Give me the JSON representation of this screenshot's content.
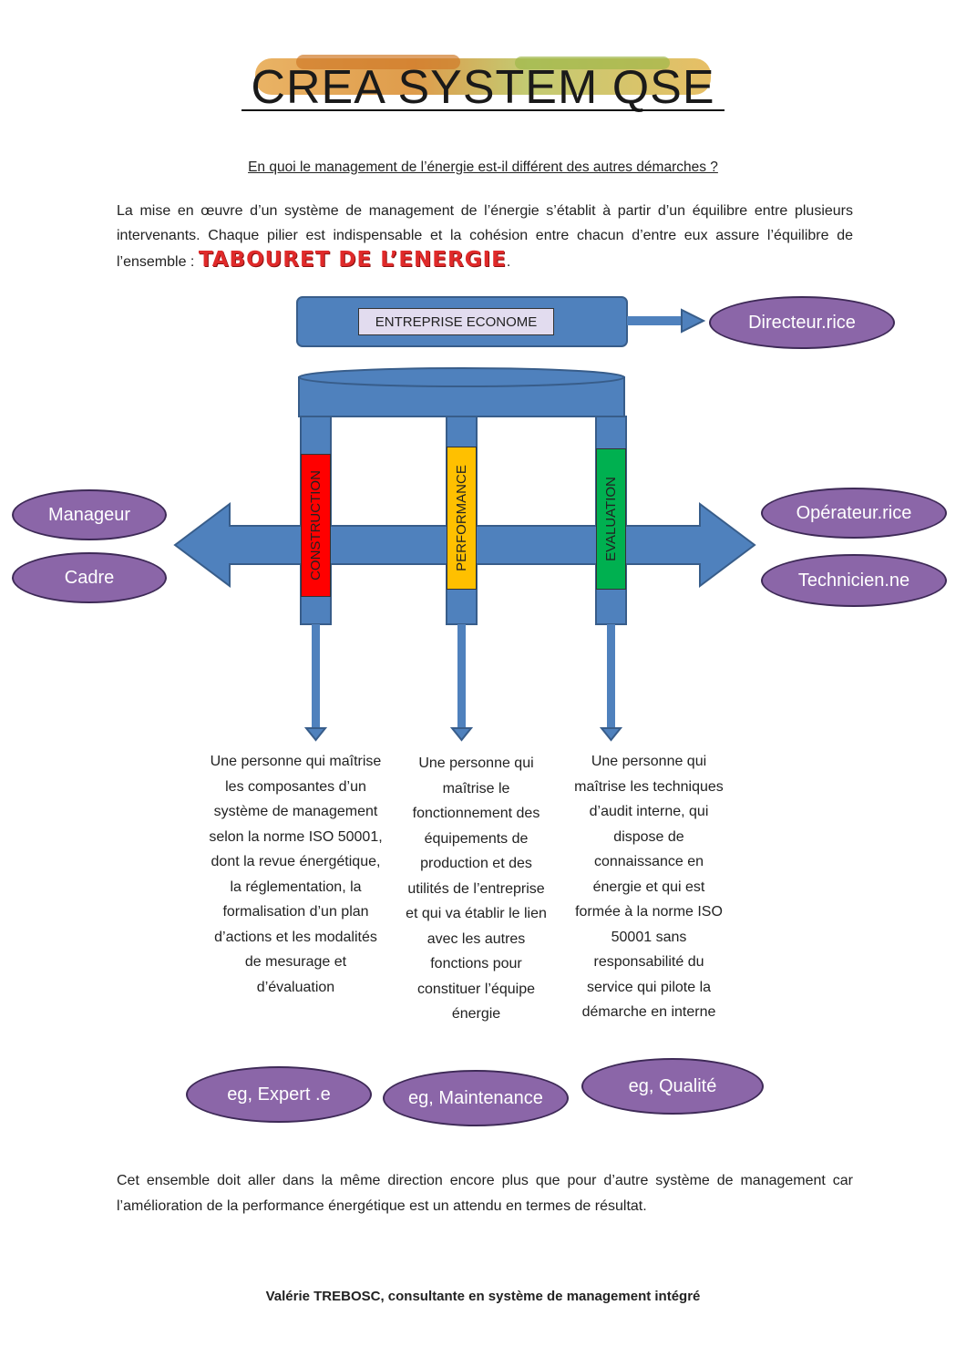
{
  "logo": {
    "text": "CREA SYSTEM QSE"
  },
  "question": "En quoi le management de l’énergie est-il différent des autres démarches ?",
  "intro": {
    "text": "La mise en œuvre d’un système de management de l’énergie s’établit à partir d’un équilibre entre plusieurs intervenants. Chaque pilier est indispensable et la cohésion entre chacun d’entre eux assure l’équilibre de l’ensemble : ",
    "highlight": "TABOURET DE L’ENERGIE",
    "end": "."
  },
  "diagram": {
    "top_label": "ENTREPRISE ECONOME",
    "top_role": "Directeur.rice",
    "left_roles": [
      "Manageur",
      "Cadre"
    ],
    "right_roles": [
      "Opérateur.rice",
      "Technicien.ne"
    ],
    "pillars": [
      {
        "label": "CONSTRUCTION",
        "color": "#ff0000",
        "description": "Une personne qui maîtrise les composantes d’un système de management selon la norme ISO 50001, dont la revue énergétique, la réglementation, la formalisation d’un plan d’actions et les modalités de mesurage et d’évaluation",
        "example": "eg, Expert .e"
      },
      {
        "label": "PERFORMANCE",
        "color": "#ffc000",
        "description": "Une personne qui maîtrise le fonctionnement des équipements de production et des utilités de l’entreprise et qui va établir le lien avec les autres fonctions pour constituer l’équipe énergie",
        "example": "eg, Maintenance"
      },
      {
        "label": "EVALUATION",
        "color": "#00b050",
        "description": "Une personne qui maîtrise les techniques d’audit interne, qui dispose de connaissance en énergie et qui est formée à la norme ISO 50001 sans responsabilité du service qui pilote la démarche en interne",
        "example": "eg, Qualité"
      }
    ]
  },
  "closing": "Cet ensemble doit aller dans la même direction encore plus que pour d’autre système de management car l’amélioration de la performance énergétique est un attendu en termes de résultat.",
  "author": "Valérie TREBOSC, consultante en système de management intégré",
  "colors": {
    "shape_blue": "#4f81bd",
    "shape_border": "#385d8a",
    "ellipse_purple": "#8b66a8",
    "highlight_red": "#e02a2a"
  }
}
